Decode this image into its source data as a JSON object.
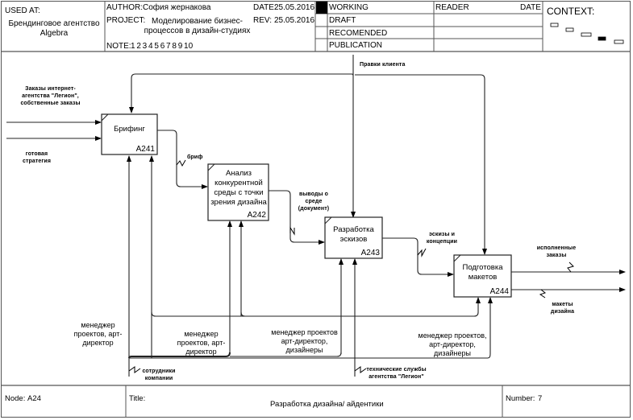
{
  "header": {
    "used_at_label": "USED AT:",
    "used_at_value": "Брендинговое агентство Algebra",
    "author_label": "AUTHOR:",
    "author_value": "София жернакова",
    "project_label": "PROJECT:",
    "project_value": "Моделирование бизнес-процессов в дизайн-студиях",
    "date_label": "DATE:",
    "date_value": "25.05.2016",
    "rev_label": "REV:",
    "rev_value": "25.05.2016",
    "note_label": "NOTE:",
    "notes": "1  2  3  4  5  6  7  8  9  10",
    "status": [
      "WORKING",
      "DRAFT",
      "RECOMENDED",
      "PUBLICATION"
    ],
    "active_status": "WORKING",
    "reader_label": "READER",
    "reader_date_label": "DATE",
    "context_label": "CONTEXT:"
  },
  "diagram": {
    "boxes": [
      {
        "title": "Брифинг",
        "code": "A241"
      },
      {
        "title": "Анализ конкурентной среды с точки зрения дизайна",
        "code": "A242"
      },
      {
        "title": "Разработка эскизов",
        "code": "A243"
      },
      {
        "title": "Подготовка макетов",
        "code": "A244"
      }
    ],
    "arrow_labels": {
      "input_orders": "Заказы интернет-агентства \"Легион\", собственные заказы",
      "input_strategy": "готовая стратегия",
      "control_client": "Правки клиента",
      "brief": "бриф",
      "conclusions": "выводы о среде (документ)",
      "sketches": "эскизы и концепции",
      "output_orders": "исполненные заказы",
      "output_layouts": "макеты дизайна",
      "mech_pm_ad_1": "менеджер проектов, арт-директор",
      "mech_pm_ad_2": "менеджер проектов, арт-директор",
      "mech_pm_ad_des_1": "менеджер проектов арт-директор, дизайнеры",
      "mech_pm_ad_des_2": "менеджер проектов, арт-директор, дизайнеры",
      "mech_staff": "сотрудники компании",
      "mech_tech": "технические службы агентства \"Легион\""
    }
  },
  "footer": {
    "node_label": "Node:",
    "node_value": "A24",
    "title_label": "Title:",
    "title_value": "Разработка дизайна/ айдентики",
    "number_label": "Number:",
    "number_value": "7"
  }
}
